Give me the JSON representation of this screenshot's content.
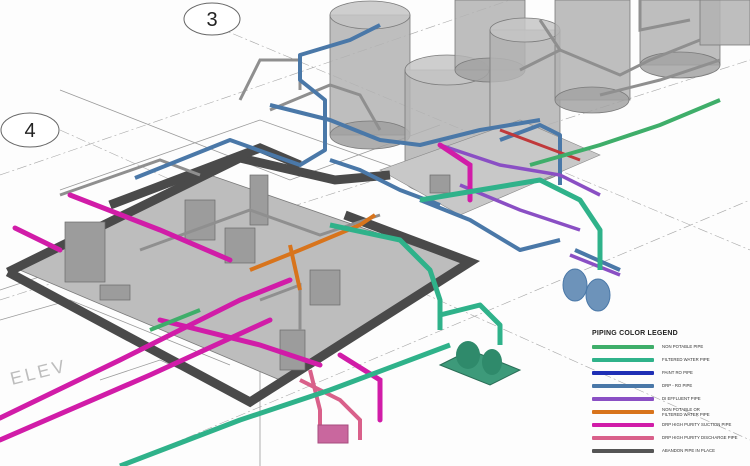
{
  "grid": {
    "bubble_3": "3",
    "bubble_4": "4"
  },
  "room": {
    "label": "ELEV"
  },
  "legend": {
    "title": "PIPING COLOR LEGEND",
    "items": [
      {
        "label": "NON POTABLE PIPE",
        "color": "#3fae6a"
      },
      {
        "label": "FILTERED WATER PIPE",
        "color": "#2fb28a"
      },
      {
        "label": "PAINT RO PIPE",
        "color": "#1f2fb5"
      },
      {
        "label": "DRP - RO PIPE",
        "color": "#4a78a8"
      },
      {
        "label": "DI EFFLUENT PIPE",
        "color": "#8a4fc4"
      },
      {
        "label": "NON POTABLE OR\nFILTERED WATER PIPE",
        "color": "#d8741c"
      },
      {
        "label": "DRP HIGH PURITY SUCTION PIPE",
        "color": "#d11ca8"
      },
      {
        "label": "DRP HIGH PURITY DISCHARGE PIPE",
        "color": "#d9608a"
      },
      {
        "label": "ABANDON PIPE IN PLACE",
        "color": "#555555"
      }
    ]
  },
  "colors": {
    "tank": "#a9a9a9",
    "wall": "#4a4a4a",
    "grid_line": "#9a9a9a"
  }
}
